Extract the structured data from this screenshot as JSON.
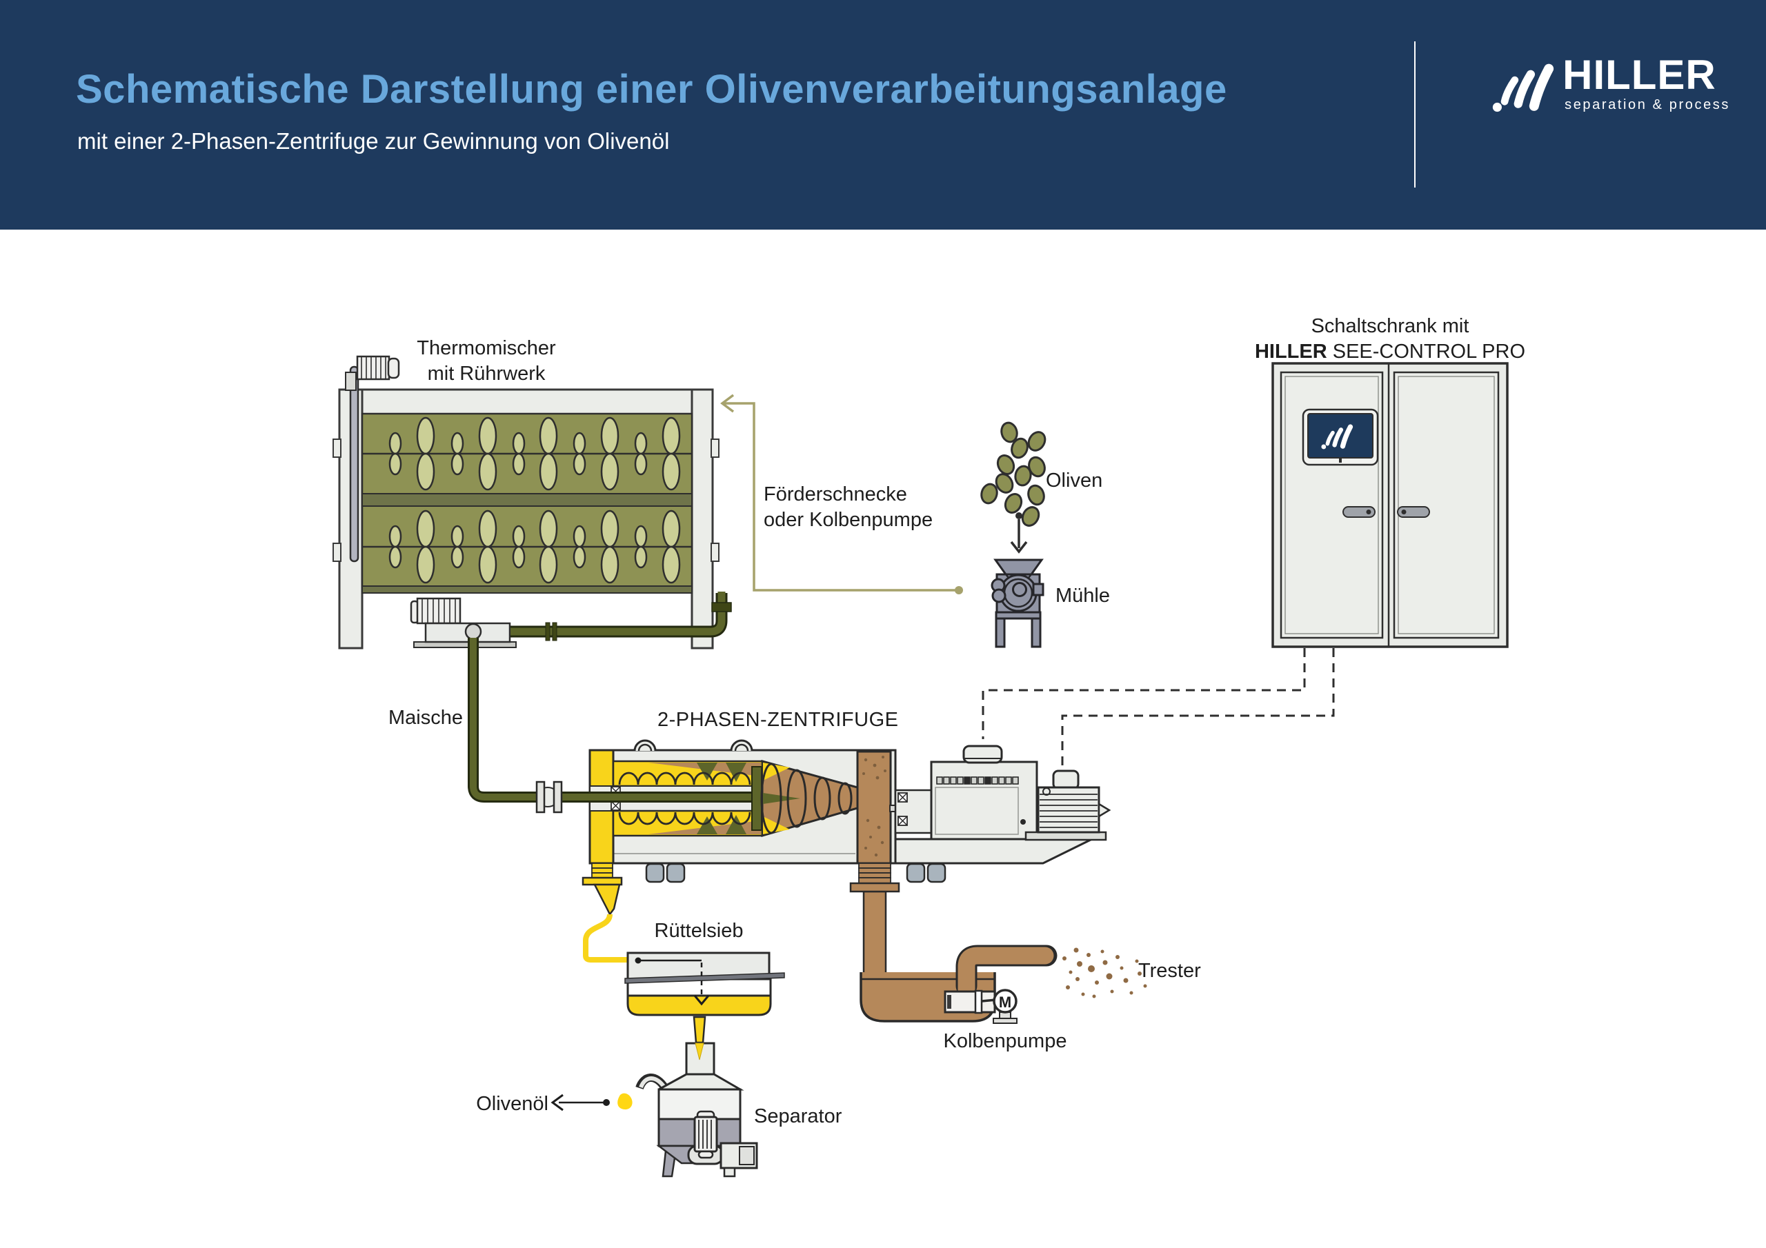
{
  "header": {
    "title": "Schematische Darstellung einer Olivenverarbeitungsanlage",
    "subtitle": "mit einer 2-Phasen-Zentrifuge zur Gewinnung von Olivenöl",
    "logo": {
      "name": "HILLER",
      "tagline": "separation & process"
    }
  },
  "labels": {
    "thermomixer": "Thermomischer\nmit Rührwerk",
    "feed_line": "Förderschnecke\noder Kolbenpumpe",
    "olives": "Oliven",
    "mill": "Mühle",
    "cabinet_line1": "Schaltschrank mit",
    "cabinet_bold": "HILLER",
    "cabinet_rest": " SEE-CONTROL PRO",
    "mash": "Maische",
    "centrifuge": "2-PHASEN-ZENTRIFUGE",
    "sieve": "Rüttelsieb",
    "olive_oil": "Olivenöl",
    "separator": "Separator",
    "pomace": "Trester",
    "piston_pump": "Kolbenpumpe",
    "pump_motor": "M"
  },
  "colors": {
    "header_bg": "#1e3a5e",
    "title_blue": "#69a8dc",
    "tank_olive": "#8e9254",
    "paddle_olive": "#cbcf96",
    "pipe_olive": "#5d652a",
    "khaki_line": "#a6a26c",
    "oil_yellow": "#f8d41b",
    "pomace_brown": "#b5885a",
    "mill_slate": "#9195a5",
    "machine_gray": "#ebede9",
    "screen_navy": "#1e3a5c"
  }
}
